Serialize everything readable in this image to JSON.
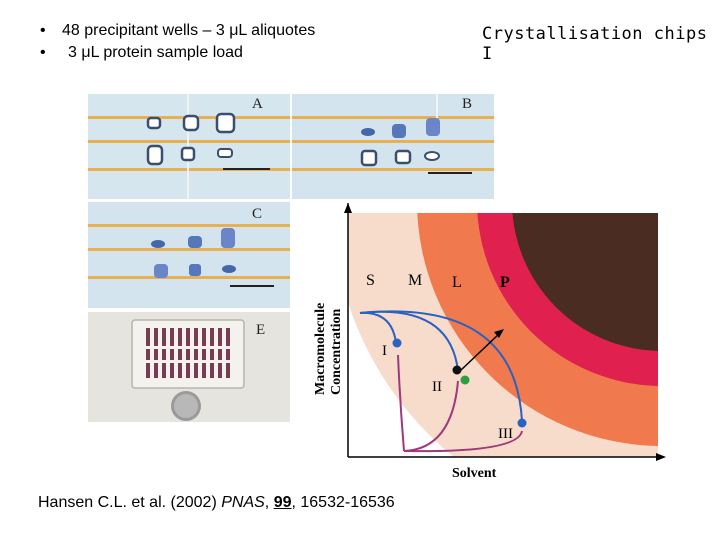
{
  "bullets": [
    {
      "marker": "•",
      "text": "48 precipitant wells – 3 μL aliquotes"
    },
    {
      "marker": "•",
      "text": "3 μL protein sample load"
    }
  ],
  "title": "Crystallisation chips I",
  "panels": {
    "a": "A",
    "b": "B",
    "c": "C",
    "e": "E"
  },
  "phase_diagram": {
    "regions": [
      "S",
      "M",
      "L",
      "P"
    ],
    "paths": [
      "I",
      "II",
      "III"
    ],
    "ylabel_line1": "Macromolecule",
    "ylabel_line2": "Concentration",
    "xlabel": "Solvent",
    "colors": {
      "soluble": "#f7dccb",
      "metastable": "#f07a4e",
      "labile": "#e0204e",
      "precipitate": "#4a2c22",
      "blue_path": "#2a62c0",
      "magenta_path": "#a0387c"
    }
  },
  "citation": {
    "authors": "Hansen C.L. et al. (2002)",
    "journal": "PNAS",
    "volume": "99",
    "pages": ", 16532-16536"
  }
}
